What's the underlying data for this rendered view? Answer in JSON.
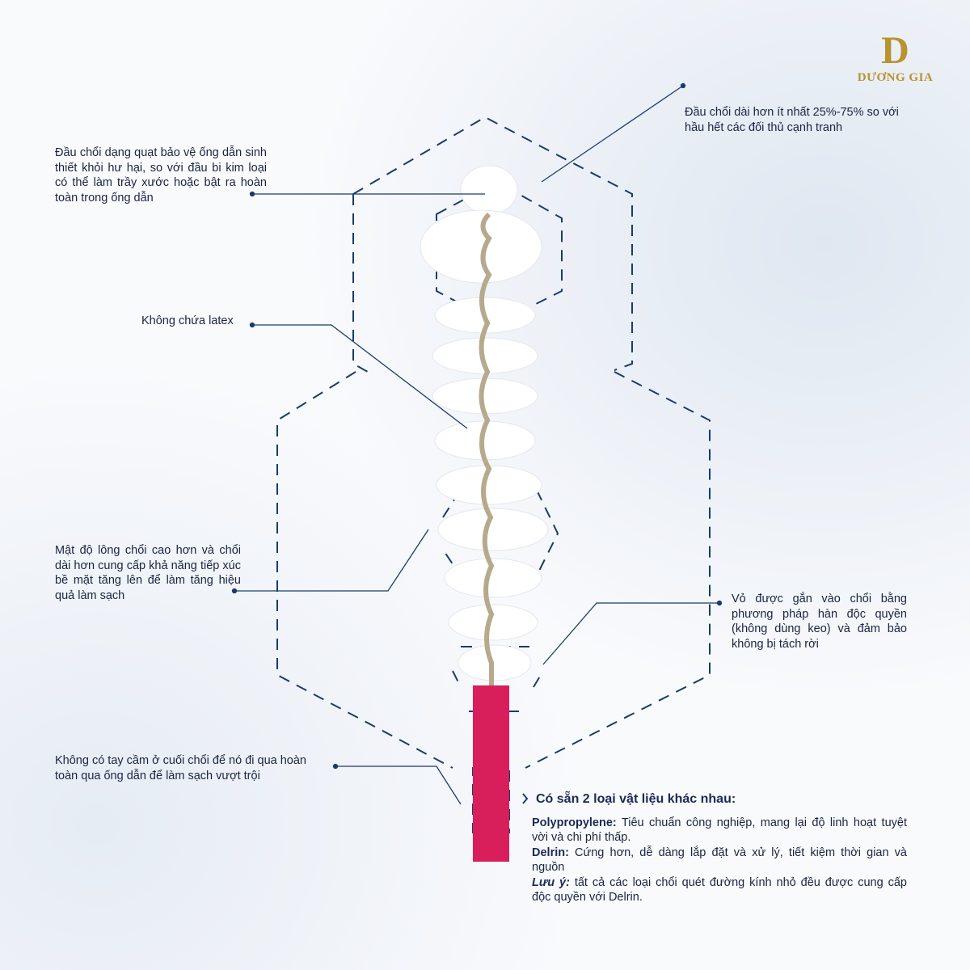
{
  "logo": {
    "letter": "D",
    "name": "DƯƠNG GIA"
  },
  "callouts": {
    "length": "Đầu chổi dài hơn ít nhất 25%-75% so với hầu hết các đối thủ cạnh tranh",
    "fan": "Đầu chổi dạng quạt bảo vệ ống dẫn sinh thiết khỏi hư hại, so với đầu bi kim loại có thể làm trầy xước hoặc bật ra hoàn toàn trong ống dẫn",
    "latex": "Không chứa latex",
    "density": "Mật độ lông chổi cao hơn và chổi dài hơn cung cấp khả năng tiếp xúc bề mặt tăng lên để làm tăng hiệu quả làm sạch",
    "weld": "Vỏ được gắn vào chổi bằng phương pháp hàn độc quyền (không dùng keo) và đảm bảo không bị tách rời",
    "handle": "Không có tay cầm ở cuối chổi để nó đi qua hoàn toàn qua ống dẫn để làm sạch vượt trội"
  },
  "materials": {
    "title": "Có sẵn 2 loại vật liệu khác nhau:",
    "pp_label": "Polypropylene:",
    "pp_text": " Tiêu chuẩn công nghiệp, mang lại độ linh hoạt tuyệt vời và chi phí thấp.",
    "delrin_label": "Delrin:",
    "delrin_text": " Cứng hơn, dễ dàng lắp đặt và xử lý, tiết kiệm thời gian và nguồn",
    "note_label": "Lưu ý:",
    "note_text": " tất cả các loại chổi quét đường kính nhỏ đều được cung cấp độc quyền với Delrin."
  },
  "colors": {
    "line": "#1c3a6b",
    "handle": "#d81e5b",
    "gold": "#b8932e"
  }
}
